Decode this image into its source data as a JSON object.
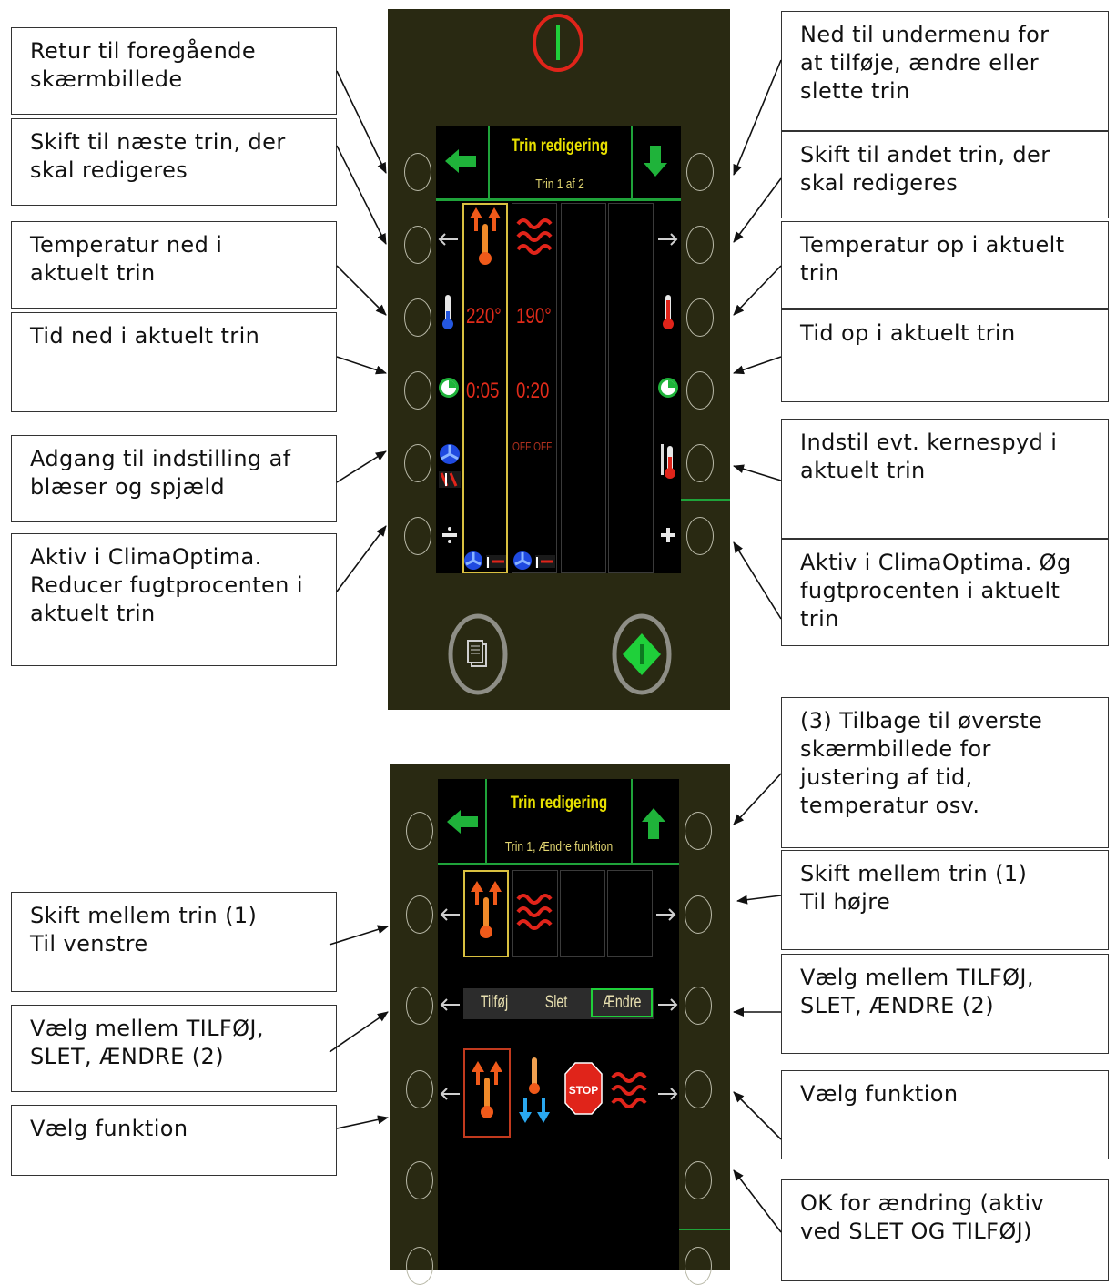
{
  "colors": {
    "panel_bg": "#292912",
    "screen_bg": "#000000",
    "accent_green": "#1fa33a",
    "highlight_yellow": "#e8e000",
    "value_red": "#e12b1a",
    "stop_red": "#e0241a"
  },
  "screen1": {
    "title": "Trin redigering",
    "subtitle": "Trin 1 af 2",
    "step1": {
      "temp": "220°",
      "time": "0:05"
    },
    "step2": {
      "temp": "190°",
      "time": "0:20",
      "fan_status": "OFF OFF"
    },
    "icons": [
      "power-icon",
      "back-arrow-icon",
      "down-arrow-icon",
      "step-arrow-left-icon",
      "step-arrow-right-icon",
      "thermometer-cold-icon",
      "thermometer-hot-icon",
      "clock-icon",
      "fan-damper-icon",
      "core-probe-icon",
      "minus-icon",
      "plus-icon",
      "copy-icon",
      "start-diamond-icon"
    ]
  },
  "screen2": {
    "title": "Trin redigering",
    "subtitle": "Trin 1, Ændre funktion",
    "options": [
      "Tilføj",
      "Slet",
      "Ændre"
    ],
    "selected_option": "Ændre",
    "functions": [
      "heat-up-icon",
      "cool-down-icon",
      "stop-icon",
      "steam-icon"
    ],
    "stop_label": "STOP"
  },
  "callouts": {
    "l1": "Retur til foregående\nskærmbillede",
    "l2": "Skift til næste trin, der\nskal redigeres",
    "l3": "Temperatur ned i\naktuelt trin",
    "l4": "Tid ned i aktuelt trin",
    "l5": "Adgang til indstilling af\nblæser og spjæld",
    "l6": "Aktiv i ClimaOptima.\nReducer fugtprocenten i\naktuelt trin",
    "r1": "Ned til undermenu for\nat tilføje, ændre eller\nslette trin",
    "r2": "Skift til andet trin, der\nskal redigeres",
    "r3": "Temperatur op i aktuelt\ntrin",
    "r4": "Tid op i aktuelt trin",
    "r5": "Indstil evt. kernespyd i\naktuelt trin",
    "r6": "Aktiv i ClimaOptima. Øg\nfugtprocenten i aktuelt\ntrin",
    "r7": "(3) Tilbage til øverste\nskærmbillede for\njustering af tid,\ntemperatur osv.",
    "r8": "Skift mellem trin (1)\nTil højre",
    "r9": "Vælg mellem TILFØJ,\nSLET, ÆNDRE (2)",
    "r10": "Vælg funktion",
    "r11": "OK for ændring (aktiv\nved SLET OG TILFØJ)",
    "l7": "Skift mellem trin (1)\nTil venstre",
    "l8": "Vælg mellem TILFØJ,\nSLET, ÆNDRE (2)",
    "l9": "Vælg funktion"
  }
}
